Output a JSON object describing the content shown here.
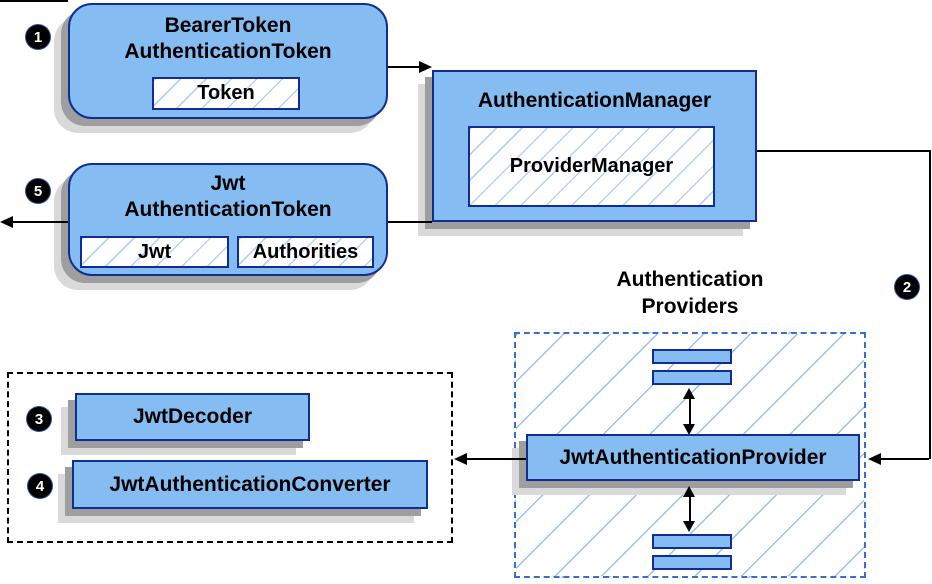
{
  "colors": {
    "node_fill": "#85bcf2",
    "node_border": "#112d91",
    "hatch_line_fine": "#b9d2f0",
    "hatch_line_coarse": "#9cc0ec",
    "providers_dashed_border": "#3b6fc4",
    "plain_dashed_border": "#000000",
    "shadow_dark": "#9e9e9e",
    "shadow_light": "#d9d9d9",
    "arrow": "#000000",
    "badge_bg": "#000000",
    "badge_text": "#ffffff"
  },
  "badges": {
    "step1": "1",
    "step2": "2",
    "step3": "3",
    "step4": "4",
    "step5": "5"
  },
  "bearer_box": {
    "title_line1": "BearerToken",
    "title_line2": "AuthenticationToken",
    "token_chip": "Token"
  },
  "manager_box": {
    "title": "AuthenticationManager",
    "provider_manager_chip": "ProviderManager"
  },
  "jwt_box": {
    "title_line1": "Jwt",
    "title_line2": "AuthenticationToken",
    "jwt_chip": "Jwt",
    "authorities_chip": "Authorities"
  },
  "providers_group": {
    "heading_line1": "Authentication",
    "heading_line2": "Providers",
    "provider_box": "JwtAuthenticationProvider"
  },
  "decoder_group": {
    "decoder_box": "JwtDecoder",
    "converter_box": "JwtAuthenticationConverter"
  }
}
